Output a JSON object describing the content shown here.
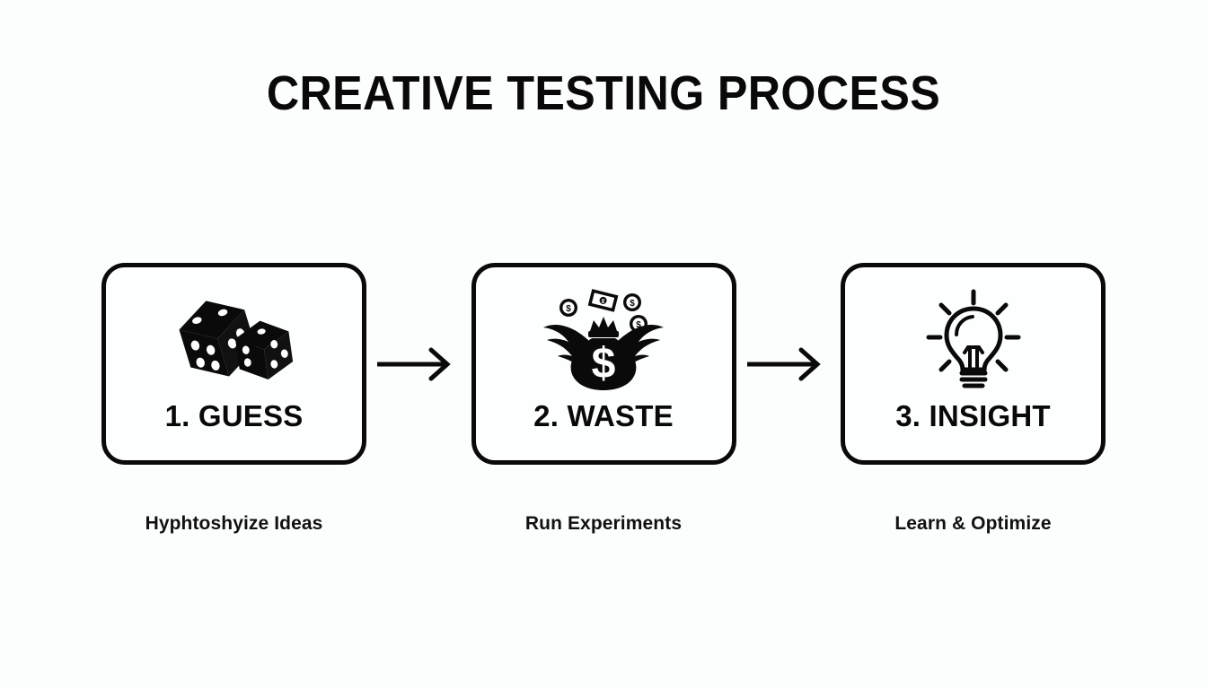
{
  "slide": {
    "title": "CREATIVE TESTING PROCESS",
    "background_color": "#fcfdfd",
    "ink_color": "#0a0a0a"
  },
  "steps": [
    {
      "label": "1. GUESS",
      "caption": "Hyphtoshyize Ideas",
      "icon": "dice-icon"
    },
    {
      "label": "2. WASTE",
      "caption": "Run Experiments",
      "icon": "winged-money-bag-icon"
    },
    {
      "label": "3. INSIGHT",
      "caption": "Learn & Optimize",
      "icon": "lightbulb-icon"
    }
  ],
  "connectors": [
    {
      "name": "arrow-right-icon"
    },
    {
      "name": "arrow-right-icon"
    }
  ]
}
